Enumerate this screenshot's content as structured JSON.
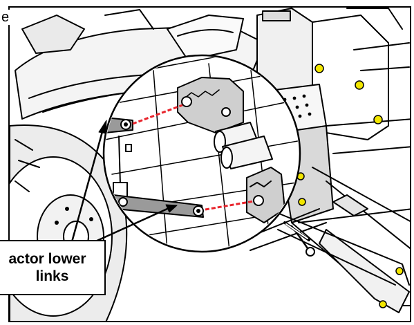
{
  "image": {
    "alt": "Technical illustration of a tractor rear end with a circular magnified inset showing the tractor lower links being attached to the implement hitch pins, with red dashed alignment lines.",
    "top_label_fragment": "e",
    "callout": {
      "line1": "actor lower",
      "line2": "links"
    }
  },
  "colors": {
    "line": "#000000",
    "guide": "#e8242c",
    "marker": "#f2e600",
    "link_fill": "#9a9a9a",
    "plate_fill": "#c9c9c9",
    "shade": "#e2e2e2"
  }
}
